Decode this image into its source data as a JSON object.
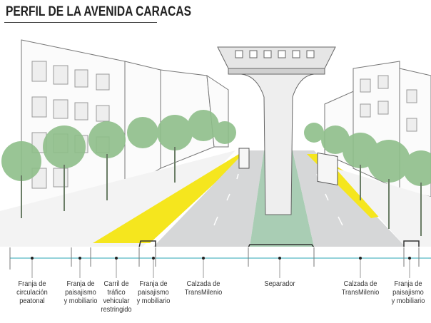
{
  "title": "PERFIL DE LA AVENIDA CARACAS",
  "labels": [
    "Franja de\ncirculación\npeatonal",
    "Franja de\npaisajismo\ny mobiliario",
    "Carril de\ntráfico\nvehicular\nrestringido",
    "Franja de\npaisajismo\ny mobiliario",
    "Calzada de\nTransMilenio",
    "Separador",
    "Calzada de\nTransMilenio",
    "Franja de\npaisajismo\ny mobiliario"
  ],
  "truncated_text": "r",
  "colors": {
    "bike_lane": "#f5e61e",
    "tree": "#8fbf8a",
    "separator": "#a9cdb4",
    "road": "#d6d7d8",
    "dimension": "#2aa6b3"
  }
}
